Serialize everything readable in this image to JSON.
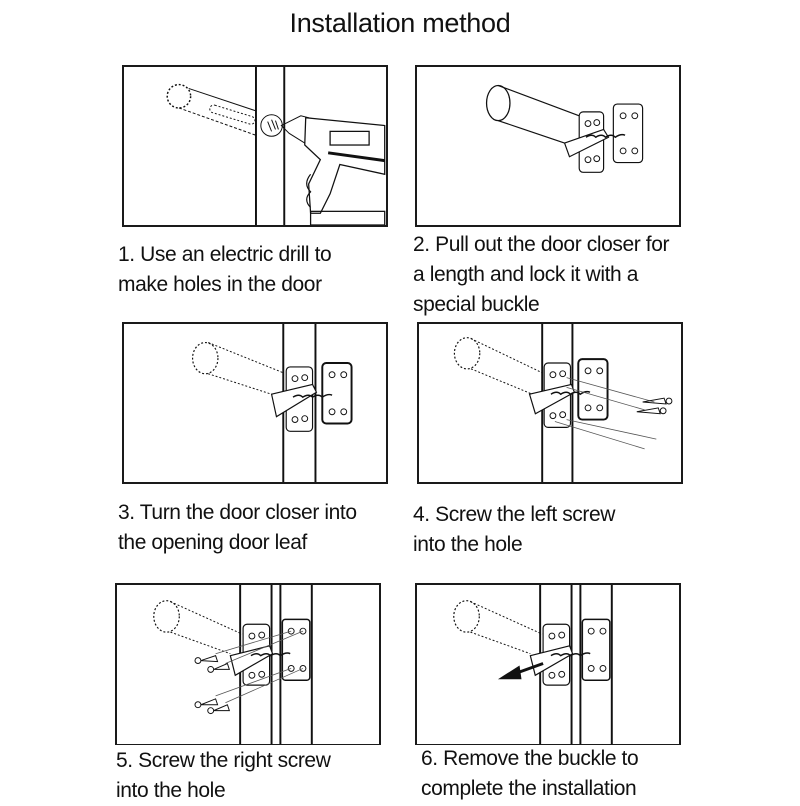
{
  "title": "Installation method",
  "steps": [
    {
      "number": 1,
      "lines": [
        "1. Use an electric drill to",
        "make holes in the door"
      ],
      "illustration": "drill-making-hole-in-door"
    },
    {
      "number": 2,
      "lines": [
        "2. Pull out the door closer for",
        "a length and lock it with a",
        "special buckle"
      ],
      "illustration": "door-closer-with-buckle"
    },
    {
      "number": 3,
      "lines": [
        "3. Turn the door closer into",
        "the opening door leaf"
      ],
      "illustration": "closer-inserted-in-door-leaf"
    },
    {
      "number": 4,
      "lines": [
        "4. Screw the left screw",
        "into the hole"
      ],
      "illustration": "left-screws-into-plate"
    },
    {
      "number": 5,
      "lines": [
        "5. Screw the right screw",
        "into the hole"
      ],
      "illustration": "right-screws-into-plate"
    },
    {
      "number": 6,
      "lines": [
        "6. Remove the buckle to",
        "complete the installation"
      ],
      "illustration": "remove-buckle-arrow"
    }
  ]
}
